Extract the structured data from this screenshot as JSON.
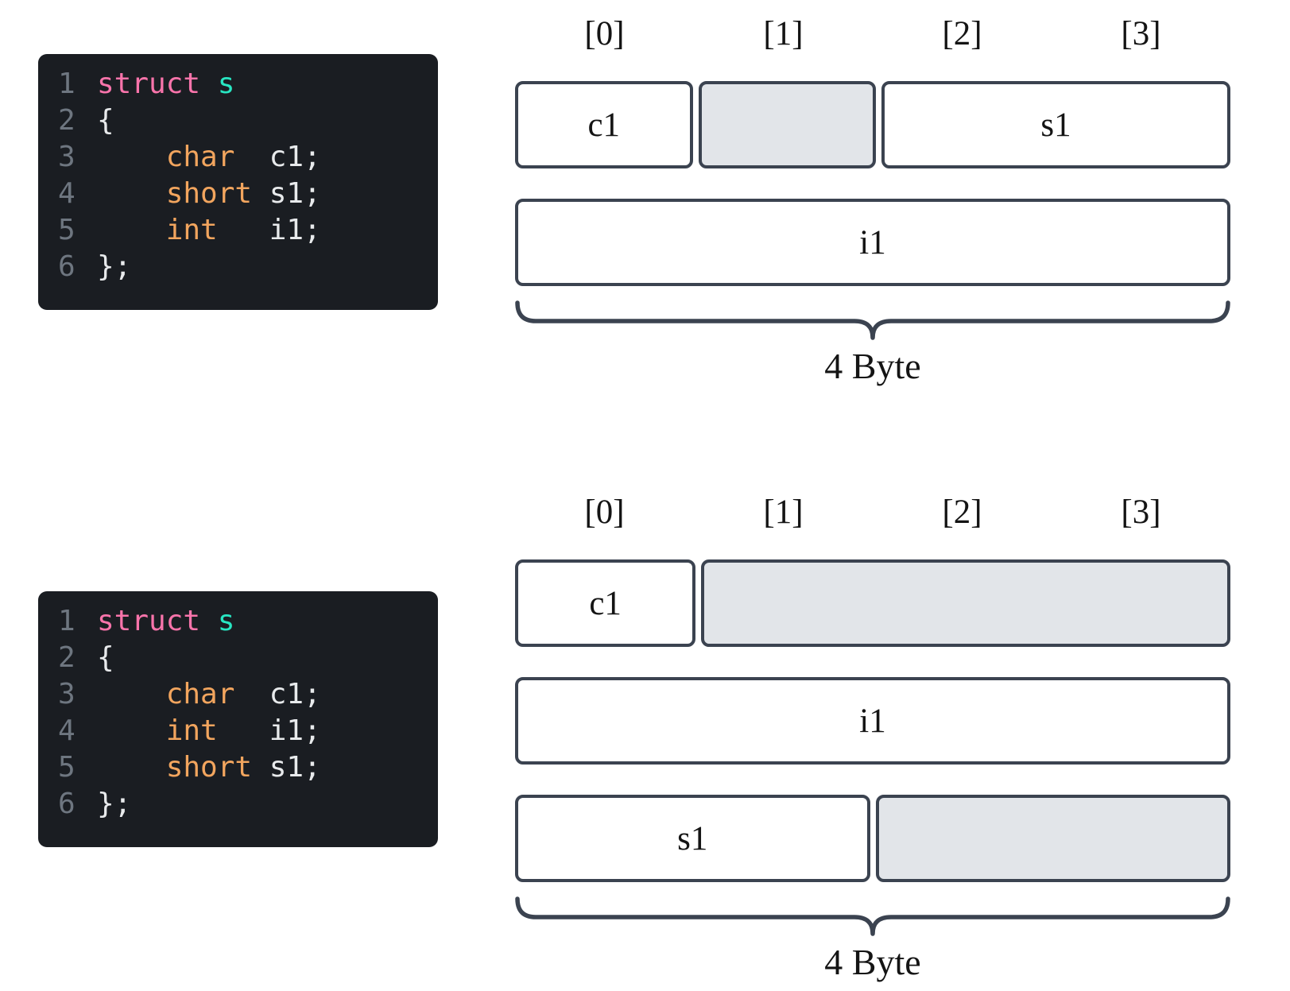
{
  "sections": [
    {
      "name": "struct-declared-char-short-int",
      "code": {
        "lines": [
          {
            "num": "1",
            "tokens": [
              [
                "keyword",
                "struct"
              ],
              [
                "plain",
                " "
              ],
              [
                "typename",
                "s"
              ]
            ]
          },
          {
            "num": "2",
            "tokens": [
              [
                "plain",
                "{"
              ]
            ]
          },
          {
            "num": "3",
            "tokens": [
              [
                "plain",
                "    "
              ],
              [
                "datatype",
                "char"
              ],
              [
                "plain",
                "  c1;"
              ]
            ]
          },
          {
            "num": "4",
            "tokens": [
              [
                "plain",
                "    "
              ],
              [
                "datatype",
                "short"
              ],
              [
                "plain",
                " s1;"
              ]
            ]
          },
          {
            "num": "5",
            "tokens": [
              [
                "plain",
                "    "
              ],
              [
                "datatype",
                "int"
              ],
              [
                "plain",
                "   i1;"
              ]
            ]
          },
          {
            "num": "6",
            "tokens": [
              [
                "plain",
                "};"
              ]
            ]
          }
        ]
      },
      "memory": {
        "byte_headers": [
          "[0]",
          "[1]",
          "[2]",
          "[3]"
        ],
        "rows": [
          {
            "cells": [
              {
                "label": "c1",
                "span": 1,
                "kind": "field"
              },
              {
                "label": "",
                "span": 1,
                "kind": "padding"
              },
              {
                "label": "s1",
                "span": 2,
                "kind": "field"
              }
            ]
          },
          {
            "cells": [
              {
                "label": "i1",
                "span": 4,
                "kind": "field"
              }
            ]
          }
        ],
        "total_label": "4 Byte"
      }
    },
    {
      "name": "struct-declared-char-int-short",
      "code": {
        "lines": [
          {
            "num": "1",
            "tokens": [
              [
                "keyword",
                "struct"
              ],
              [
                "plain",
                " "
              ],
              [
                "typename",
                "s"
              ]
            ]
          },
          {
            "num": "2",
            "tokens": [
              [
                "plain",
                "{"
              ]
            ]
          },
          {
            "num": "3",
            "tokens": [
              [
                "plain",
                "    "
              ],
              [
                "datatype",
                "char"
              ],
              [
                "plain",
                "  c1;"
              ]
            ]
          },
          {
            "num": "4",
            "tokens": [
              [
                "plain",
                "    "
              ],
              [
                "datatype",
                "int"
              ],
              [
                "plain",
                "   i1;"
              ]
            ]
          },
          {
            "num": "5",
            "tokens": [
              [
                "plain",
                "    "
              ],
              [
                "datatype",
                "short"
              ],
              [
                "plain",
                " s1;"
              ]
            ]
          },
          {
            "num": "6",
            "tokens": [
              [
                "plain",
                "};"
              ]
            ]
          }
        ]
      },
      "memory": {
        "byte_headers": [
          "[0]",
          "[1]",
          "[2]",
          "[3]"
        ],
        "rows": [
          {
            "cells": [
              {
                "label": "c1",
                "span": 1,
                "kind": "field"
              },
              {
                "label": "",
                "span": 3,
                "kind": "padding"
              }
            ]
          },
          {
            "cells": [
              {
                "label": "i1",
                "span": 4,
                "kind": "field"
              }
            ]
          },
          {
            "cells": [
              {
                "label": "s1",
                "span": 2,
                "kind": "field"
              },
              {
                "label": "",
                "span": 2,
                "kind": "padding"
              }
            ]
          }
        ],
        "total_label": "4 Byte"
      }
    }
  ],
  "colors": {
    "code_background": "#1a1d22",
    "line_number": "#6e7680",
    "keyword": "#f974ab",
    "typename": "#28e6c2",
    "datatype": "#f2a55e",
    "plain_code": "#e8eaec",
    "box_border": "#3b4350",
    "padding_fill": "#e2e5e9",
    "field_fill": "#ffffff",
    "label_text": "#141414"
  }
}
